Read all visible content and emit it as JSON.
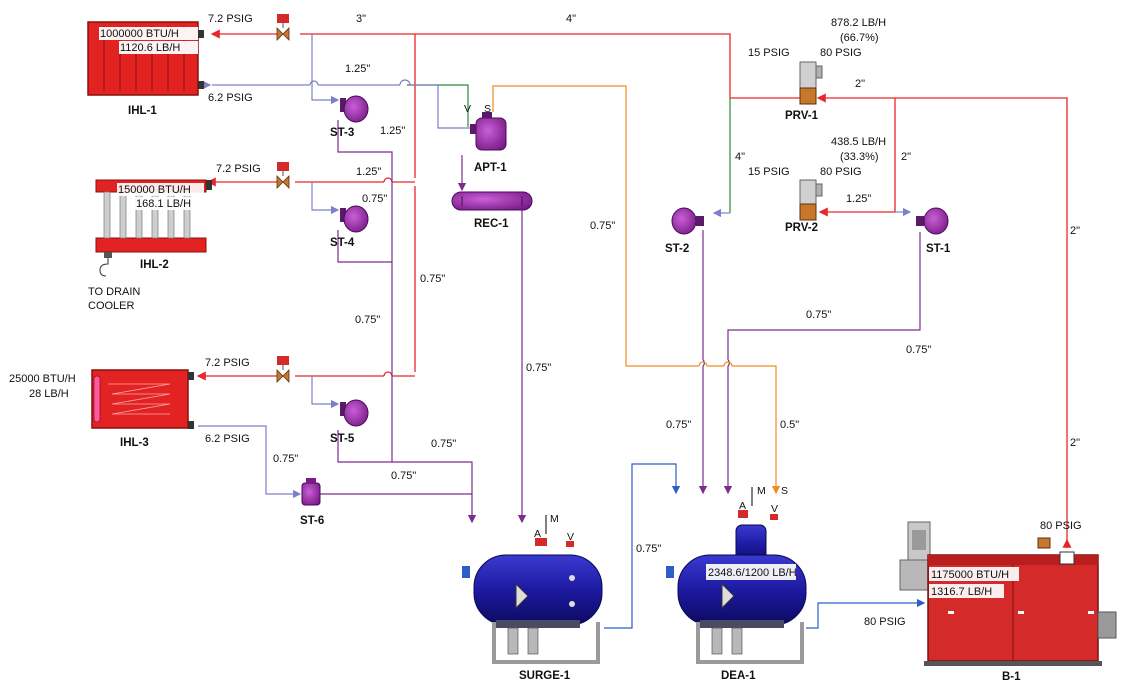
{
  "colors": {
    "steam": "#e8262b",
    "condensate": "#7b2d8e",
    "return": "#7e7fc4",
    "feed": "#2d5fc8",
    "flash": "#f08c1e",
    "green_line": "#2a8a3a",
    "heater_red": "#e32222",
    "trap_purple": "#9a2aa8",
    "tank_blue": "#1d1aa0",
    "boiler_red": "#d42a2a"
  },
  "equipment": {
    "ihl1": {
      "label": "IHL-1",
      "btu": "1000000 BTU/H",
      "lbh": "1120.6 LB/H",
      "steam_psig": "7.2 PSIG",
      "return_psig": "6.2 PSIG"
    },
    "ihl2": {
      "label": "IHL-2",
      "btu": "150000 BTU/H",
      "lbh": "168.1 LB/H",
      "steam_psig": "7.2 PSIG",
      "drain_line1": "TO DRAIN",
      "drain_line2": "COOLER"
    },
    "ihl3": {
      "label": "IHL-3",
      "btu": "25000 BTU/H",
      "lbh": "28 LB/H",
      "steam_psig": "7.2 PSIG",
      "return_psig": "6.2 PSIG"
    },
    "st1": {
      "label": "ST-1"
    },
    "st2": {
      "label": "ST-2"
    },
    "st3": {
      "label": "ST-3"
    },
    "st4": {
      "label": "ST-4"
    },
    "st5": {
      "label": "ST-5"
    },
    "st6": {
      "label": "ST-6"
    },
    "apt1": {
      "label": "APT-1",
      "v": "V",
      "s": "S"
    },
    "rec1": {
      "label": "REC-1"
    },
    "prv1": {
      "label": "PRV-1",
      "flow": "878.2 LB/H",
      "pct": "(66.7%)",
      "low": "15 PSIG",
      "high": "80 PSIG"
    },
    "prv2": {
      "label": "PRV-2",
      "flow": "438.5 LB/H",
      "pct": "(33.3%)",
      "low": "15 PSIG",
      "high": "80 PSIG"
    },
    "surge1": {
      "label": "SURGE-1",
      "a": "A",
      "v": "V",
      "m": "M"
    },
    "dea1": {
      "label": "DEA-1",
      "value": "2348.6/1200 LB/H",
      "a": "A",
      "v": "V",
      "m": "M",
      "s": "S"
    },
    "b1": {
      "label": "B-1",
      "btu": "1175000 BTU/H",
      "lbh": "1316.7 LB/H",
      "psig": "80 PSIG",
      "feed_psig": "80 PSIG"
    }
  },
  "pipe_sizes": {
    "p3in": "3\"",
    "p4in_top": "4\"",
    "p4in_side": "4\"",
    "p2in_prv1": "2\"",
    "p2in_prv2": "2\"",
    "p2in_right_a": "2\"",
    "p2in_right_b": "2\"",
    "p125_top": "1.25\"",
    "p125_st3": "1.25\"",
    "p125_ihl2": "1.25\"",
    "p125_prv2": "1.25\"",
    "p075_a": "0.75\"",
    "p075_b": "0.75\"",
    "p075_c": "0.75\"",
    "p075_d": "0.75\"",
    "p075_e": "0.75\"",
    "p075_f": "0.75\"",
    "p075_g": "0.75\"",
    "p075_h": "0.75\"",
    "p075_i": "0.75\"",
    "p075_j": "0.75\"",
    "p075_k": "0.75\"",
    "p075_l": "0.75\"",
    "p05": "0.5\""
  }
}
